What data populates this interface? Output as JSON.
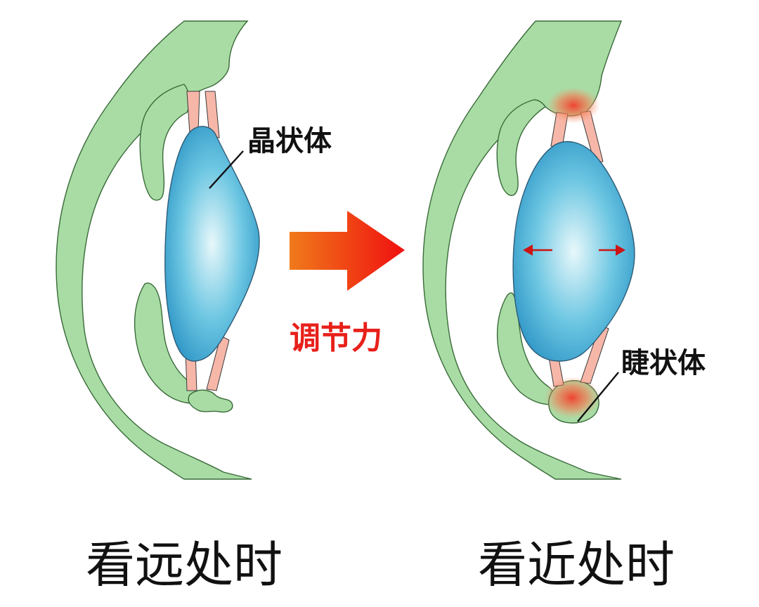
{
  "labels": {
    "lens": "晶状体",
    "ciliary_body": "睫状体",
    "accommodation": "调节力"
  },
  "captions": {
    "far": "看远处时",
    "near": "看近处时"
  },
  "colors": {
    "tissue_fill": "#a8dca4",
    "tissue_stroke": "#3a6a3a",
    "zonule_fill": "#f6b7a9",
    "lens_center": "#e8f8fb",
    "lens_edge": "#2b93c4",
    "arrow_start": "#f07a1a",
    "arrow_end": "#f01010",
    "accent_text": "#e8201a",
    "small_arrow": "#cc1414",
    "text": "#111111"
  }
}
